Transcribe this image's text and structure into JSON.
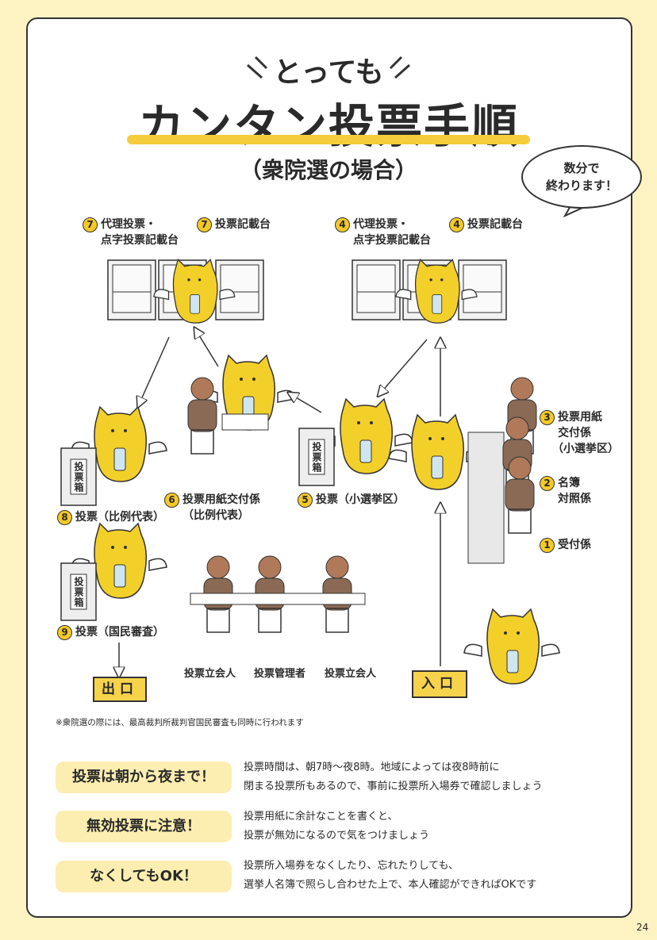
{
  "title": {
    "kicker": "とっても",
    "main": "カンタン投票手順",
    "sub": "（衆院選の場合）"
  },
  "bubble": {
    "line1": "数分で",
    "line2": "終わります！"
  },
  "stations": {
    "s7a": {
      "num": "7",
      "line1": "代理投票・",
      "line2": "点字投票記載台"
    },
    "s7b": {
      "num": "7",
      "line1": "投票記載台"
    },
    "s4a": {
      "num": "4",
      "line1": "代理投票・",
      "line2": "点字投票記載台"
    },
    "s4b": {
      "num": "4",
      "line1": "投票記載台"
    },
    "s3": {
      "num": "3",
      "line1": "投票用紙",
      "line2": "交付係",
      "line3": "（小選挙区）"
    },
    "s2": {
      "num": "2",
      "line1": "名簿",
      "line2": "対照係"
    },
    "s1": {
      "num": "1",
      "line1": "受付係"
    },
    "s5": {
      "num": "5",
      "line1": "投票（小選挙区）"
    },
    "s6": {
      "num": "6",
      "line1": "投票用紙交付係",
      "line2": "（比例代表）"
    },
    "s8": {
      "num": "8",
      "line1": "投票（比例代表）"
    },
    "s9": {
      "num": "9",
      "line1": "投票（国民審査）"
    }
  },
  "ballot_box_label": "投票箱",
  "officials": [
    "投票立会人",
    "投票管理者",
    "投票立会人"
  ],
  "exit": "出口",
  "entrance": "入口",
  "note": "※衆院選の際には、最高裁判所裁判官国民審査も同時に行われます",
  "tips": [
    {
      "title": "投票は朝から夜まで！",
      "line1": "投票時間は、朝7時～夜8時。地域によっては夜8時前に",
      "line2": "閉まる投票所もあるので、事前に投票所入場券で確認しましょう"
    },
    {
      "title": "無効投票に注意！",
      "line1": "投票用紙に余計なことを書くと、",
      "line2": "投票が無効になるので気をつけましょう"
    },
    {
      "title": "なくしてもOK！",
      "line1": "投票所入場券をなくしたり、忘れたりしても、",
      "line2": "選挙人名簿で照らし合わせた上で、本人確認ができればOKです"
    }
  ],
  "page_number": "24",
  "colors": {
    "background": "#fdf2c2",
    "accent": "#f3cd3b",
    "pill": "#fbeeb0"
  }
}
